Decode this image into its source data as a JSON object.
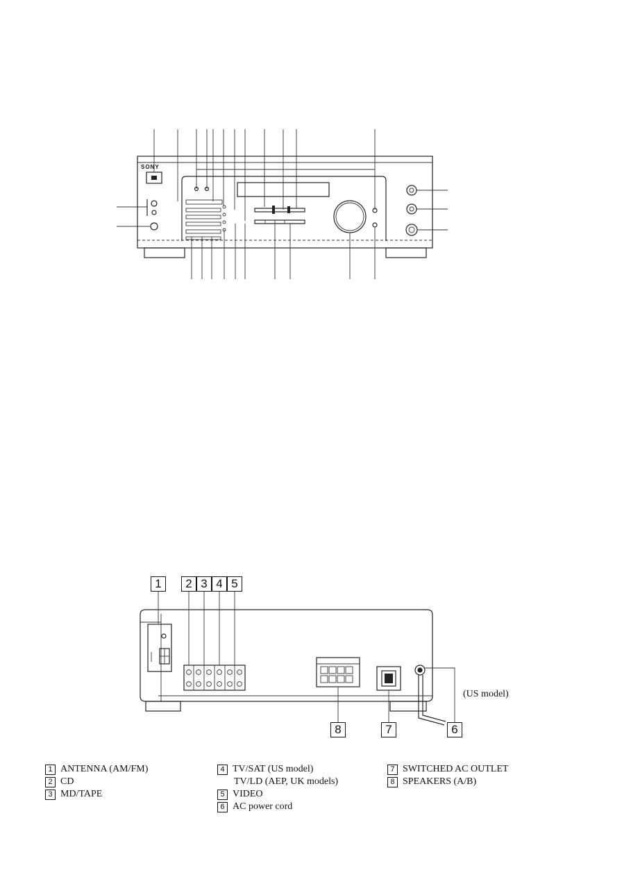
{
  "front_panel": {
    "brand": "SONY"
  },
  "rear_panel": {
    "callouts": [
      "1",
      "2",
      "3",
      "4",
      "5",
      "8",
      "7",
      "6"
    ],
    "region_note": "(US model)"
  },
  "legend": {
    "col1": [
      {
        "num": "1",
        "label": "ANTENNA (AM/FM)"
      },
      {
        "num": "2",
        "label": "CD"
      },
      {
        "num": "3",
        "label": "MD/TAPE"
      }
    ],
    "col2": [
      {
        "num": "4",
        "label": "TV/SAT (US model)"
      },
      {
        "num": "",
        "label": "TV/LD (AEP, UK models)"
      },
      {
        "num": "5",
        "label": "VIDEO"
      },
      {
        "num": "6",
        "label": "AC power cord"
      }
    ],
    "col3": [
      {
        "num": "7",
        "label": "SWITCHED AC OUTLET"
      },
      {
        "num": "8",
        "label": "SPEAKERS (A/B)"
      }
    ]
  }
}
